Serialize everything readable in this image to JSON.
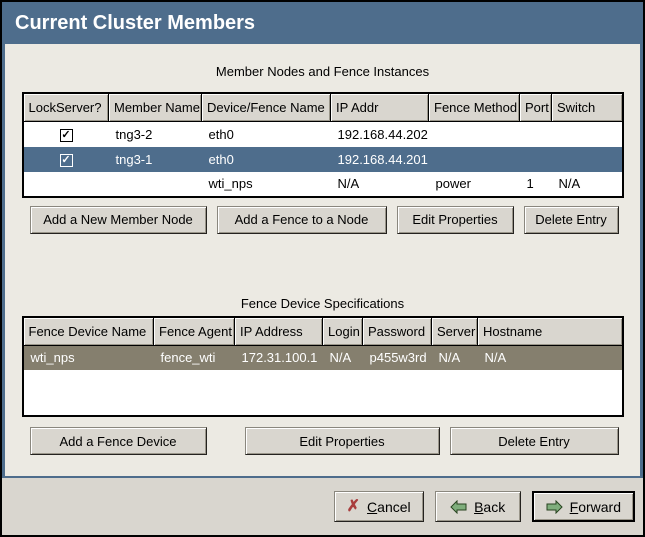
{
  "window": {
    "title": "Current Cluster Members"
  },
  "colors": {
    "accent_header_blue": "#4e6d8c",
    "selection_active": "#4e6d8c",
    "selection_inactive": "#857f6e"
  },
  "members_section": {
    "caption": "Member Nodes and Fence Instances",
    "columns": [
      "LockServer?",
      "Member Name",
      "Device/Fence Name",
      "IP Addr",
      "Fence Method",
      "Port",
      "Switch"
    ],
    "rows": [
      {
        "lockserver": true,
        "member_name": "tng3-2",
        "device_fence_name": "eth0",
        "ip_addr": "192.168.44.202",
        "fence_method": "",
        "port": "",
        "switch": "",
        "selected": false
      },
      {
        "lockserver": true,
        "member_name": "tng3-1",
        "device_fence_name": "eth0",
        "ip_addr": "192.168.44.201",
        "fence_method": "",
        "port": "",
        "switch": "",
        "selected": true
      },
      {
        "lockserver": null,
        "member_name": "",
        "device_fence_name": "wti_nps",
        "ip_addr": "N/A",
        "fence_method": "power",
        "port": "1",
        "switch": "N/A",
        "selected": false
      }
    ],
    "buttons": [
      "Add a New Member Node",
      "Add a Fence to a Node",
      "Edit Properties",
      "Delete Entry"
    ]
  },
  "fence_section": {
    "caption": "Fence Device Specifications",
    "columns": [
      "Fence Device Name",
      "Fence Agent",
      "IP Address",
      "Login",
      "Password",
      "Server",
      "Hostname"
    ],
    "rows": [
      {
        "fence_device_name": "wti_nps",
        "fence_agent": "fence_wti",
        "ip_address": "172.31.100.1",
        "login": "N/A",
        "password": "p455w3rd",
        "server": "N/A",
        "hostname": "N/A",
        "selected_inactive": true
      }
    ],
    "buttons": [
      "Add a Fence Device",
      "Edit Properties",
      "Delete Entry"
    ]
  },
  "footer": {
    "cancel": {
      "mnemonic": "C",
      "rest": "ancel",
      "icon": "cancel-x-icon"
    },
    "back": {
      "mnemonic": "B",
      "rest": "ack",
      "icon": "arrow-left-icon"
    },
    "forward": {
      "mnemonic": "F",
      "rest": "orward",
      "icon": "arrow-right-icon"
    }
  }
}
